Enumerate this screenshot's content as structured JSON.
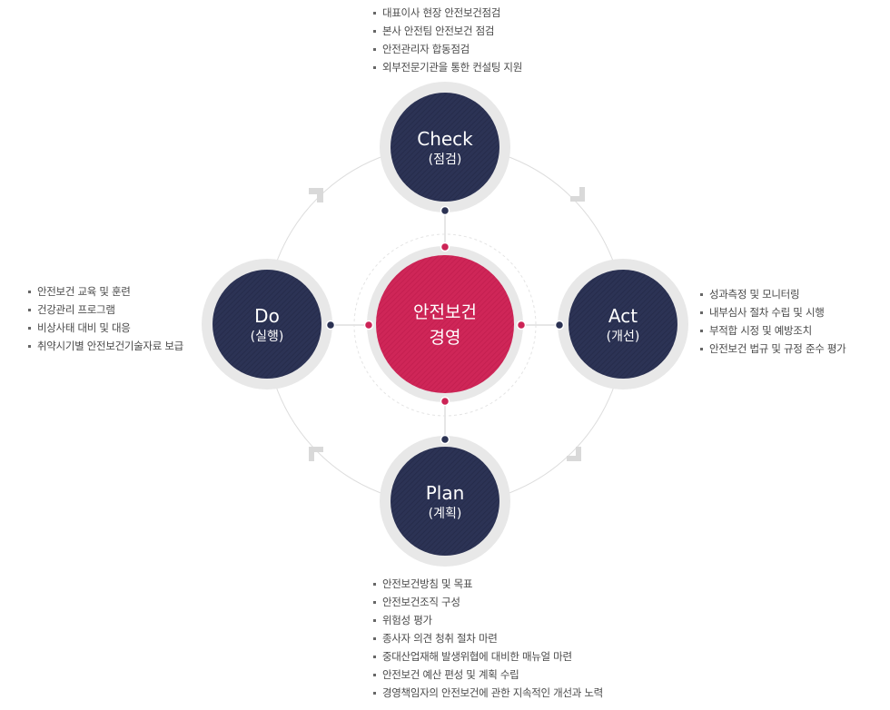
{
  "center": {
    "line1": "안전보건",
    "line2": "경영"
  },
  "nodes": {
    "check": {
      "title": "Check",
      "sub": "(점검)"
    },
    "act": {
      "title": "Act",
      "sub": "(개선)"
    },
    "plan": {
      "title": "Plan",
      "sub": "(계획)"
    },
    "do": {
      "title": "Do",
      "sub": "(실행)"
    }
  },
  "lists": {
    "check": [
      "대표이사 현장 안전보건점검",
      "본사 안전팀 안전보건 점검",
      "안전관리자 합동점검",
      "외부전문기관을 통한 컨설팅 지원"
    ],
    "act": [
      "성과측정 및 모니터링",
      "내부심사 절차 수립 및 시행",
      "부적합 시정 및 예방조치",
      "안전보건 법규 및 규정 준수 평가"
    ],
    "do": [
      "안전보건 교육 및 훈련",
      "건강관리 프로그램",
      "비상사태 대비 및 대응",
      "취약시기별 안전보건기술자료 보급"
    ],
    "plan": [
      "안전보건방침 및 목표",
      "안전보건조직 구성",
      "위험성 평가",
      "종사자 의견 청취 절차 마련",
      "중대산업재해 발생위협에 대비한 매뉴얼 마련",
      "안전보건 예산 편성 및 계획 수립",
      "경영책임자의 안전보건에 관한 지속적인 개선과 노력"
    ]
  },
  "colors": {
    "navy": "#2b3253",
    "crimson": "#cc2456",
    "ring": "#e6e6e6",
    "line": "#dddddd"
  }
}
